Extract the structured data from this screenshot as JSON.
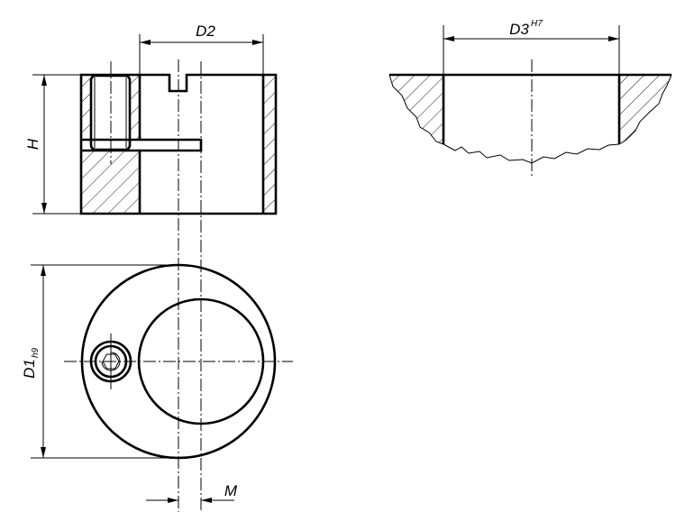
{
  "dimensions": {
    "d2": {
      "label": "D2"
    },
    "h": {
      "label": "H"
    },
    "d3": {
      "label": "D3",
      "tolerance": "H7"
    },
    "d1": {
      "label": "D1",
      "tolerance": "h9"
    },
    "m": {
      "label": "M"
    }
  }
}
